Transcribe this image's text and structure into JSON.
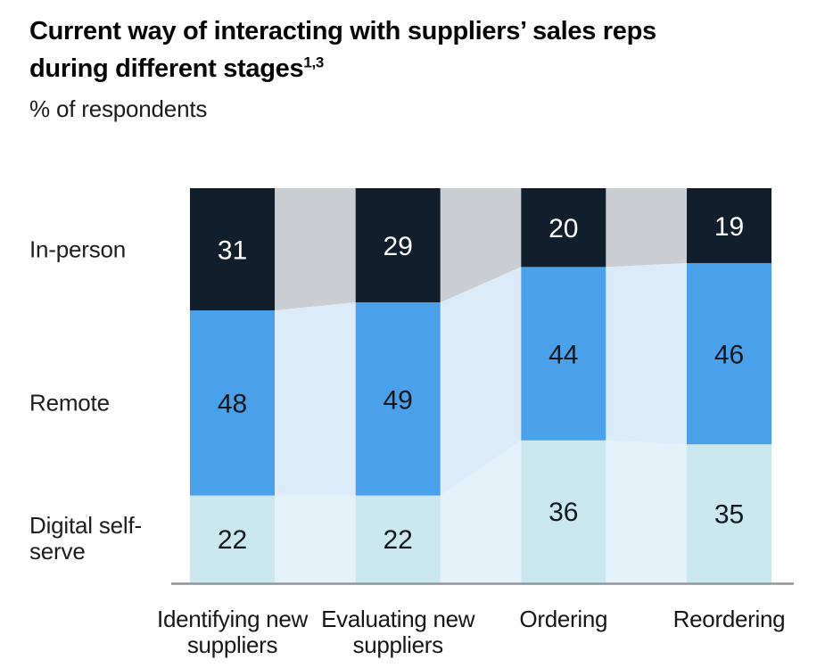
{
  "header": {
    "title_line1": "Current way of interacting with suppliers’ sales reps",
    "title_line2": "during different stages",
    "title_superscript": "1,3",
    "subtitle": "% of respondents"
  },
  "chart_data": {
    "type": "bar",
    "subtype": "100-percent-stacked-with-connector-bands",
    "title": "Current way of interacting with suppliers’ sales reps during different stages",
    "footnote_markers": "1,3",
    "unit": "% of respondents",
    "categories": [
      "Identifying new suppliers",
      "Evaluating new suppliers",
      "Ordering",
      "Reordering"
    ],
    "series": [
      {
        "name": "In-person",
        "values": [
          31,
          29,
          20,
          19
        ],
        "color": "#111E2C",
        "connector_color": "#CACDD2",
        "label_color": "#FFFFFF"
      },
      {
        "name": "Remote",
        "values": [
          48,
          49,
          44,
          46
        ],
        "color": "#4AA1EA",
        "connector_color": "#DCEBFA",
        "label_color": "#12191F"
      },
      {
        "name": "Digital self-serve",
        "values": [
          22,
          22,
          36,
          35
        ],
        "color": "#CBE8F1",
        "connector_color": "#E2F2F8",
        "label_color": "#12191F"
      }
    ],
    "ylim": [
      0,
      100
    ],
    "grid": false,
    "legend_position": "row-labels-left",
    "baseline_color": "#8F9499"
  }
}
